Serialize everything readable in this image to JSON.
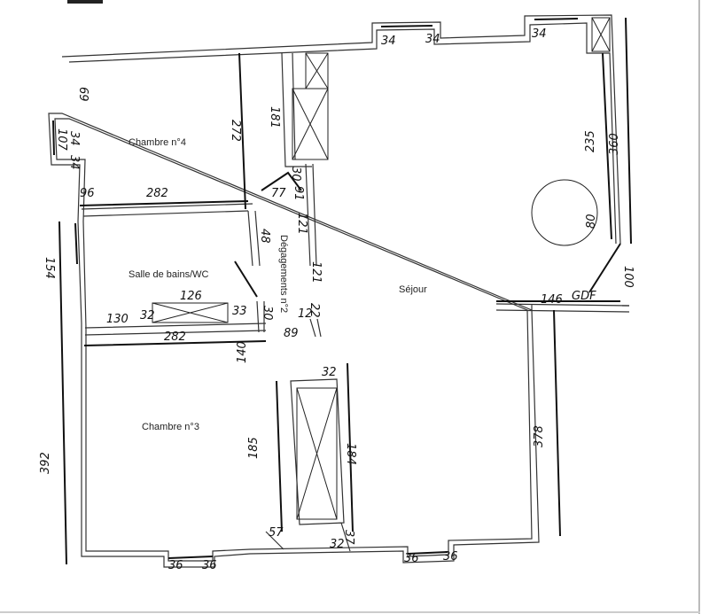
{
  "rooms": {
    "chambre4": "Chambre n°4",
    "salle_de_bains": "Salle de bains/WC",
    "degagements": "Dégagements n°2",
    "sejour": "Séjour",
    "chambre3": "Chambre n°3"
  },
  "dimensions": {
    "top_34a": "34",
    "top_34b": "34",
    "top_34c": "34",
    "ch4_69": "69",
    "ch4_107": "107",
    "ch4_34a": "34",
    "ch4_34b": "34",
    "ch4_96": "96",
    "ch4_282": "282",
    "ch4_272": "272",
    "closet_181": "181",
    "closet_30": "30",
    "closet_91": "91",
    "door_77": "77",
    "d_121a": "121",
    "d_121b": "121",
    "sdb_154": "154",
    "sdb_48": "48",
    "sdb_126": "126",
    "sdb_130": "130",
    "sdb_32": "32",
    "sdb_33": "33",
    "sdb_30": "30",
    "d_22": "22",
    "d_12": "12",
    "ch3_282": "282",
    "ch3_140": "140",
    "ch3_89": "89",
    "ch3_392": "392",
    "ch3_185": "185",
    "ch3_184": "184",
    "ch3_32": "32",
    "ch3_57": "57",
    "ch3_32b": "32",
    "ch3_37": "37",
    "bot_36a": "36",
    "bot_36b": "36",
    "bot_36c": "36",
    "bot_36d": "36",
    "sej_235": "235",
    "sej_360": "360",
    "sej_80": "80",
    "sej_100": "100",
    "sej_146": "146",
    "sej_gdf": "GDF",
    "sej_378": "378"
  }
}
